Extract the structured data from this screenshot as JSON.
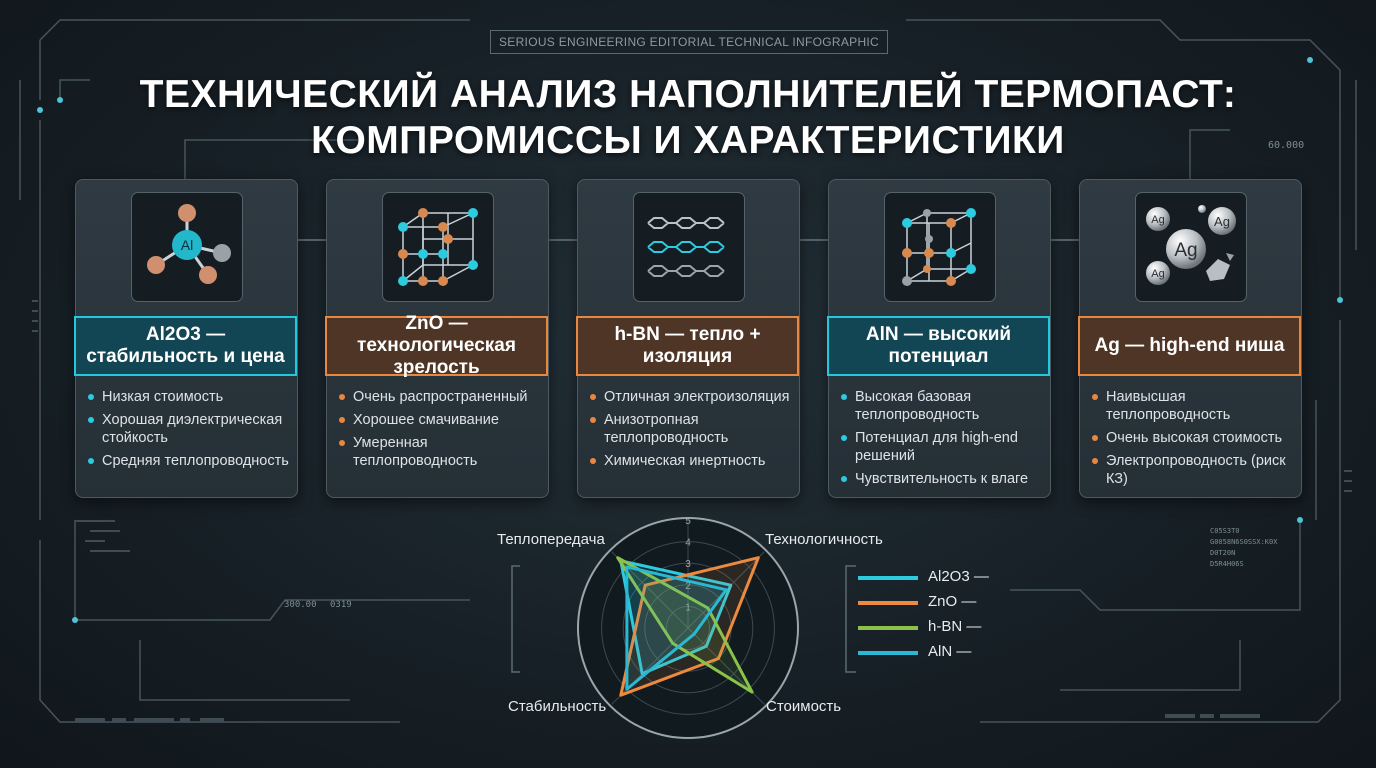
{
  "tagline": "SERIOUS ENGINEERING EDITORIAL TECHNICAL INFOGRAPHIC",
  "title_line1": "ТЕХНИЧЕСКИЙ АНАЛИЗ НАПОЛНИТЕЛЕЙ ТЕРМОПАСТ:",
  "title_line2": "КОМПРОМИССЫ И ХАРАКТЕРИСТИКИ",
  "hud": {
    "top_right": "60.000",
    "left_a": "300.00",
    "left_b": "0319",
    "right_lines": [
      "C05S3T0",
      "G0058N6S0SSX:K0X",
      "D0T20N",
      "D5R4H06S"
    ]
  },
  "cards": [
    {
      "icon": "al2o3-molecule-icon",
      "title": "Al2O3 — стабильность и цена",
      "accent": "#23c8dc",
      "bullets": [
        "Низкая стоимость",
        "Хорошая диэлектрическая стойкость",
        "Средняя теплопроводность"
      ]
    },
    {
      "icon": "zno-crystal-lattice-icon",
      "title": "ZnO — технологическая зрелость",
      "accent": "#e88740",
      "bullets": [
        "Очень распространенный",
        "Хорошее смачивание",
        "Умеренная теплопроводность"
      ]
    },
    {
      "icon": "hbn-layered-sheets-icon",
      "title": "h-BN — тепло + изоляция",
      "accent": "#e88740",
      "bullets": [
        "Отличная электроизоляция",
        "Анизотропная теплопроводность",
        "Химическая инертность"
      ]
    },
    {
      "icon": "aln-crystal-lattice-icon",
      "title": "AlN — высокий потенциал",
      "accent": "#23c8dc",
      "bullets": [
        "Высокая базовая теплопроводность",
        "Потенциал для high-end решений",
        "Чувствительность к влаге"
      ]
    },
    {
      "icon": "ag-silver-particles-icon",
      "title": "Ag — high-end ниша",
      "accent": "#e88740",
      "bullets": [
        "Наивысшая теплопроводность",
        "Очень высокая стоимость",
        "Электропроводность (риск КЗ)"
      ]
    }
  ],
  "chart_data": {
    "type": "radar",
    "axes": [
      "Теплопередача",
      "Технологичность",
      "Стоимость",
      "Стабильность"
    ],
    "ticks": [
      "1",
      "2",
      "3",
      "4",
      "5"
    ],
    "rmax": 5,
    "series": [
      {
        "name": "Al2O3 —",
        "color": "#2ccbe0",
        "values": [
          4.4,
          2.8,
          1.2,
          3.0
        ]
      },
      {
        "name": "ZnO —",
        "color": "#ec8a3f",
        "values": [
          2.8,
          4.6,
          2.0,
          4.4
        ]
      },
      {
        "name": "h-BN —",
        "color": "#8bc34a",
        "values": [
          4.6,
          1.3,
          4.2,
          1.0
        ]
      },
      {
        "name": "AlN —",
        "color": "#29b9d4",
        "values": [
          4.0,
          2.5,
          0.4,
          4.0
        ]
      }
    ]
  }
}
